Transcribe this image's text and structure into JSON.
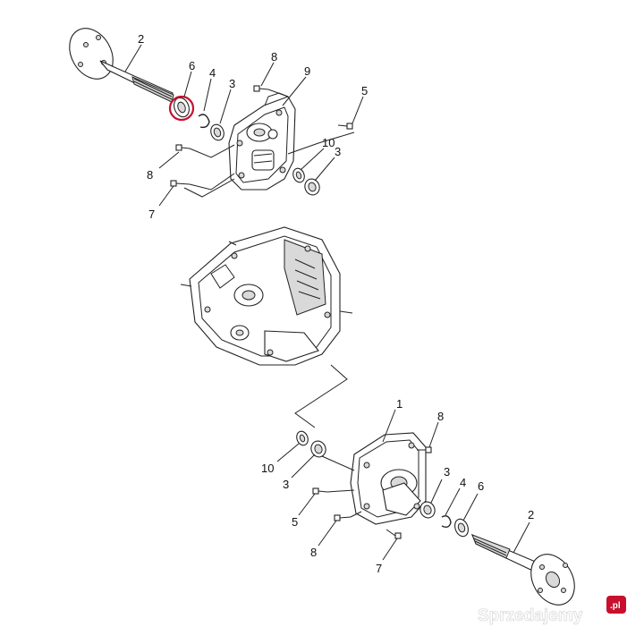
{
  "labels": {
    "top_2": "2",
    "top_6": "6",
    "top_4": "4",
    "top_3": "3",
    "top_8": "8",
    "top_9": "9",
    "top_5": "5",
    "top_10": "10",
    "top_3b": "3",
    "top_8b": "8",
    "top_7": "7",
    "bot_1": "1",
    "bot_8": "8",
    "bot_10": "10",
    "bot_3": "3",
    "bot_3b": "3",
    "bot_4": "4",
    "bot_6": "6",
    "bot_2": "2",
    "bot_5": "5",
    "bot_8b": "8",
    "bot_7": "7"
  },
  "watermark": {
    "text": "Sprzedajemy",
    "badge": ".pl"
  },
  "colors": {
    "highlight": "#c8102e",
    "line": "#222222"
  }
}
